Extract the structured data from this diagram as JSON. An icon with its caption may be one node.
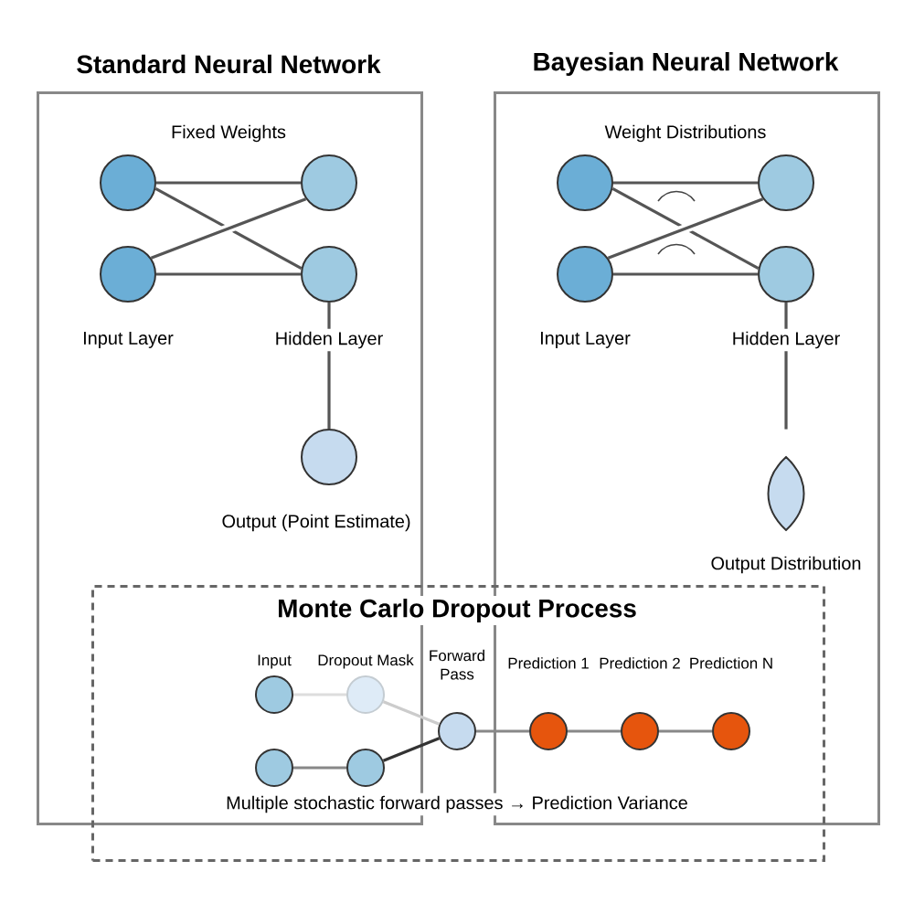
{
  "diagram": {
    "nodes": [
      {
        "text": [
          "Standard Neural Network"
        ]
      },
      {
        "text": [],
        "shape": "circle",
        "in": 0
      },
      {
        "text": [],
        "shape": "circle",
        "in": 0
      },
      {
        "text": [],
        "shape": "circle",
        "in": 0
      },
      {
        "text": [],
        "shape": "circle",
        "in": 0
      },
      {
        "text": [],
        "shape": "circle",
        "in": 0,
        "beside": [
          "Output (Point Estimate)"
        ]
      },
      {
        "text": [
          "Bayesian Neural Network"
        ]
      },
      {
        "text": [],
        "shape": "circle",
        "in": 6
      },
      {
        "text": [],
        "shape": "circle",
        "in": 6
      },
      {
        "text": [],
        "shape": "circle",
        "in": 6
      },
      {
        "text": [],
        "shape": "circle",
        "in": 6
      },
      {
        "text": [],
        "shape": "lens",
        "in": 6,
        "beside": [
          "Output Distribution"
        ]
      },
      {
        "text": [
          "Monte Carlo Dropout Process"
        ]
      },
      {
        "text": [],
        "shape": "circle",
        "beside": [
          "Input"
        ]
      },
      {
        "text": [],
        "shape": "circle"
      },
      {
        "text": [],
        "shape": "circle",
        "beside": [
          "Dropout Mask"
        ]
      },
      {
        "text": [],
        "shape": "circle"
      },
      {
        "text": [],
        "shape": "circle",
        "in": 12,
        "beside": [
          "Forward Pass"
        ]
      },
      {
        "text": [],
        "shape": "circle",
        "beside": [
          "Prediction 1"
        ]
      },
      {
        "text": [],
        "shape": "circle",
        "beside": [
          "Prediction 2"
        ]
      },
      {
        "text": [],
        "shape": "circle",
        "beside": [
          "Prediction N"
        ]
      }
    ],
    "edges": [
      {
        "from": 1,
        "to": 3,
        "arrow": "none"
      },
      {
        "from": 1,
        "to": 4,
        "arrow": "none"
      },
      {
        "from": 2,
        "to": 3,
        "arrow": "none"
      },
      {
        "from": 2,
        "to": 4,
        "arrow": "none"
      },
      {
        "from": 4,
        "to": 5,
        "arrow": "none"
      },
      {
        "from": 7,
        "to": 9,
        "arrow": "none"
      },
      {
        "from": 7,
        "to": 10,
        "arrow": "none"
      },
      {
        "from": 8,
        "to": 9,
        "arrow": "none"
      },
      {
        "from": 8,
        "to": 10,
        "arrow": "none"
      },
      {
        "from": 10,
        "to": 11,
        "arrow": "none"
      },
      {
        "from": 13,
        "to": 15,
        "arrow": "none",
        "color": "#dddddd"
      },
      {
        "from": 14,
        "to": 16,
        "arrow": "none",
        "color": "#888888"
      },
      {
        "from": 15,
        "to": 17,
        "arrow": "none",
        "color": "#cccccc"
      },
      {
        "from": 16,
        "to": 17,
        "arrow": "none",
        "color": "#333333"
      },
      {
        "from": 17,
        "to": 18,
        "arrow": "none",
        "color": "#888888"
      },
      {
        "from": 18,
        "to": 19,
        "arrow": "none",
        "color": "#888888"
      },
      {
        "from": 19,
        "to": 20,
        "arrow": "none",
        "color": "#888888"
      }
    ],
    "labels": [
      "Fixed Weights",
      "Input Layer",
      "Hidden Layer",
      "Weight Distributions",
      "Input Layer",
      "Hidden Layer",
      "Multiple stochastic forward passes → Prediction Variance"
    ]
  }
}
